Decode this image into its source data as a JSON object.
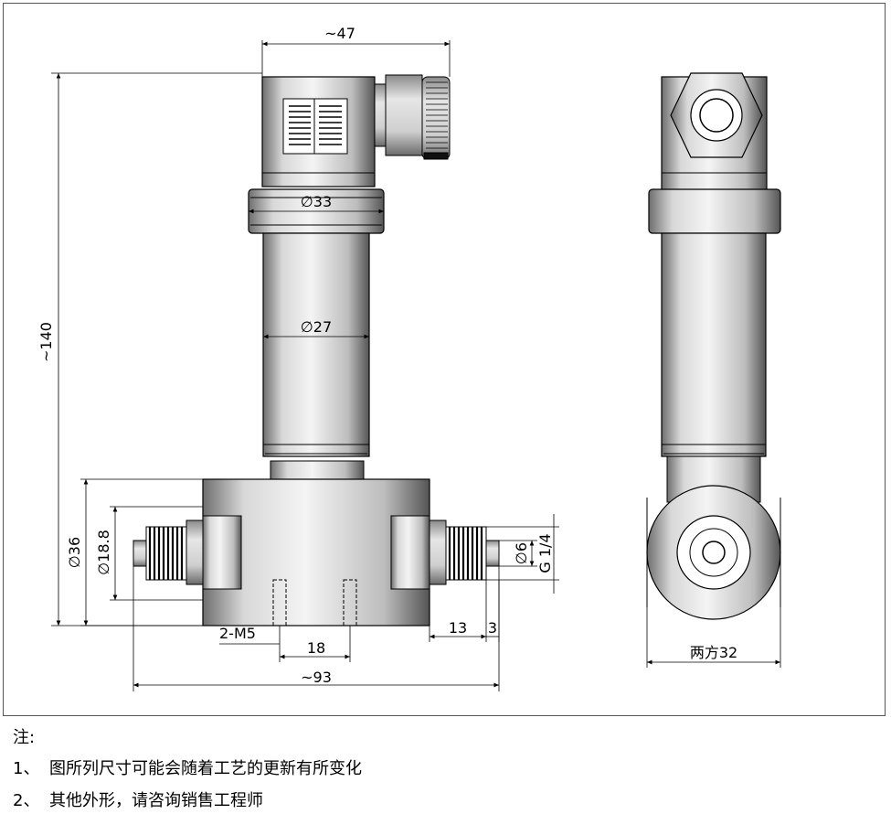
{
  "drawing": {
    "dimensions": {
      "top_width": "~47",
      "height": "~140",
      "collar_dia": "∅33",
      "body_dia": "∅27",
      "flange_dia": "∅36",
      "port_dia": "∅18.8",
      "thread_hole": "2-M5",
      "hole_spacing": "18",
      "total_width": "~93",
      "fitting_len": "13",
      "fitting_tip": "3",
      "bore_dia": "∅6",
      "thread": "G 1/4",
      "square": "两方32"
    }
  },
  "notes": {
    "heading": "注:",
    "items": [
      {
        "num": "1、",
        "text": "图所列尺寸可能会随着工艺的更新有所变化"
      },
      {
        "num": "2、",
        "text": "其他外形，请咨询销售工程师"
      }
    ]
  }
}
